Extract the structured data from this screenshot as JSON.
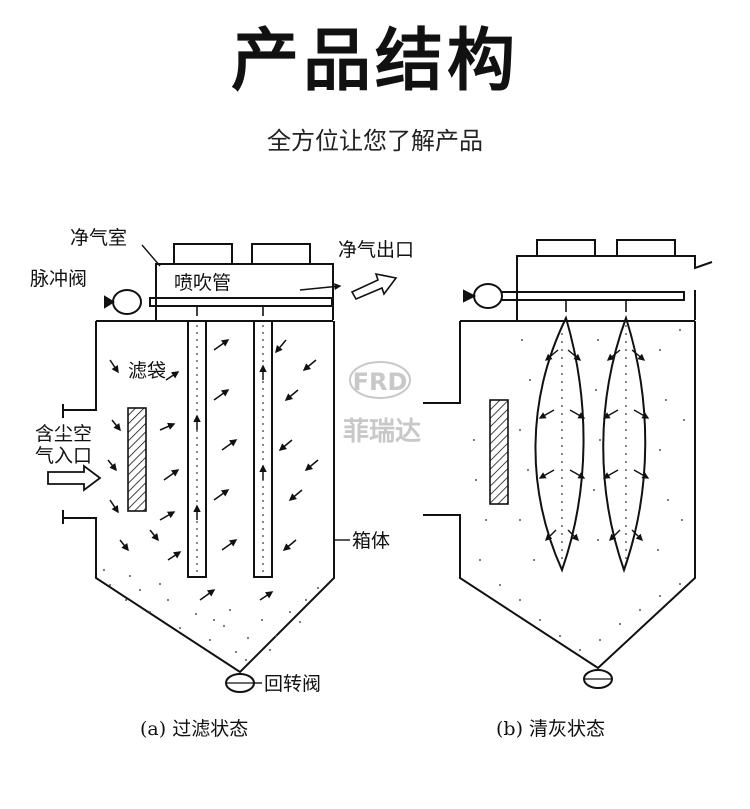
{
  "header": {
    "title": "产品结构",
    "subtitle": "全方位让您了解产品"
  },
  "diagram_a": {
    "labels": {
      "clean_chamber": "净气室",
      "clean_outlet": "净气出口",
      "pulse_valve": "脉冲阀",
      "blow_pipe": "喷吹管",
      "filter_bag": "滤袋",
      "dusty_inlet_line1": "含尘空",
      "dusty_inlet_line2": "气入口",
      "housing": "箱体",
      "rotary_valve": "回转阀"
    },
    "caption": "(a) 过滤状态"
  },
  "diagram_b": {
    "caption": "(b) 清灰状态"
  },
  "watermark": {
    "logo_text": "FRD",
    "brand_text": "菲瑞达"
  },
  "colors": {
    "ink": "#111111",
    "watermark": "#c8c8c8"
  }
}
